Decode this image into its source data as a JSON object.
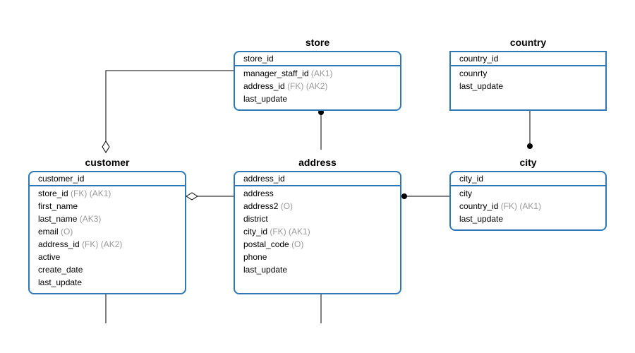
{
  "entities": [
    {
      "key": "store",
      "title": "store",
      "pk": "store_id",
      "attributes": [
        {
          "name": "manager_staff_id",
          "note": "(AK1)"
        },
        {
          "name": "address_id",
          "note": "(FK) (AK2)"
        },
        {
          "name": "last_update",
          "note": ""
        }
      ]
    },
    {
      "key": "country",
      "title": "country",
      "pk": "country_id",
      "attributes": [
        {
          "name": "counrty",
          "note": ""
        },
        {
          "name": "last_update",
          "note": ""
        }
      ]
    },
    {
      "key": "customer",
      "title": "customer",
      "pk": "customer_id",
      "attributes": [
        {
          "name": "store_id",
          "note": "(FK) (AK1)"
        },
        {
          "name": "first_name",
          "note": ""
        },
        {
          "name": "last_name",
          "note": "(AK3)"
        },
        {
          "name": "email",
          "note": "(O)"
        },
        {
          "name": "address_id",
          "note": "(FK) (AK2)"
        },
        {
          "name": "active",
          "note": ""
        },
        {
          "name": "create_date",
          "note": ""
        },
        {
          "name": "last_update",
          "note": ""
        }
      ]
    },
    {
      "key": "address",
      "title": "address",
      "pk": "address_id",
      "attributes": [
        {
          "name": "address",
          "note": ""
        },
        {
          "name": "address2",
          "note": "(O)"
        },
        {
          "name": "district",
          "note": ""
        },
        {
          "name": "city_id",
          "note": "(FK) (AK1)"
        },
        {
          "name": "postal_code",
          "note": "(O)"
        },
        {
          "name": "phone",
          "note": ""
        },
        {
          "name": "last_update",
          "note": ""
        }
      ]
    },
    {
      "key": "city",
      "title": "city",
      "pk": "city_id",
      "attributes": [
        {
          "name": "city",
          "note": ""
        },
        {
          "name": "country_id",
          "note": "(FK) (AK1)"
        },
        {
          "name": "last_update",
          "note": ""
        }
      ]
    }
  ],
  "relationships": [
    {
      "from": "store",
      "to": "customer",
      "end_symbol": "hollow-diamond"
    },
    {
      "from": "address",
      "to": "store",
      "end_symbol": "filled-dot"
    },
    {
      "from": "country",
      "to": "city",
      "end_symbol": "filled-dot"
    },
    {
      "from": "address",
      "to": "customer",
      "end_symbol": "hollow-diamond"
    },
    {
      "from": "city",
      "to": "address",
      "end_symbol": "filled-dot"
    }
  ],
  "colors": {
    "border": "#2f78b7",
    "line": "#000000",
    "note": "#9a9a9a"
  }
}
